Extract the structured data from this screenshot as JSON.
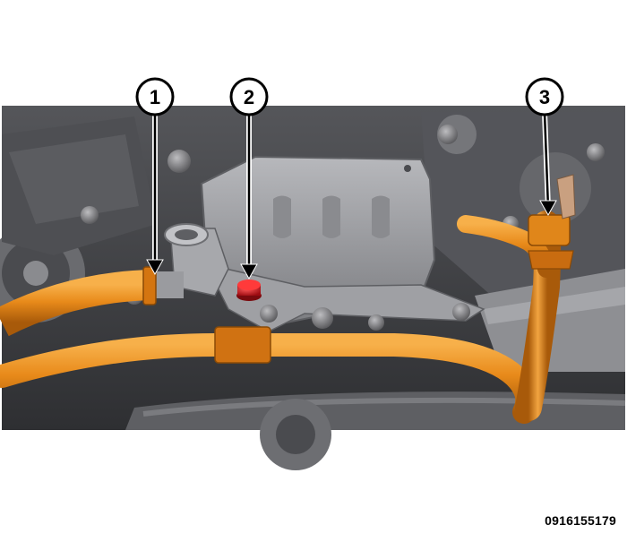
{
  "figure": {
    "id_text": "0916155179"
  },
  "callouts": [
    {
      "label": "1"
    },
    {
      "label": "2"
    },
    {
      "label": "3"
    }
  ],
  "colors": {
    "hose": "#e88a1a",
    "hose_dark": "#b0610c",
    "fastener": "#d9202a",
    "engine_dark": "#3c3c3e",
    "engine_mid": "#6e6e71",
    "engine_light": "#a9a9ad"
  }
}
